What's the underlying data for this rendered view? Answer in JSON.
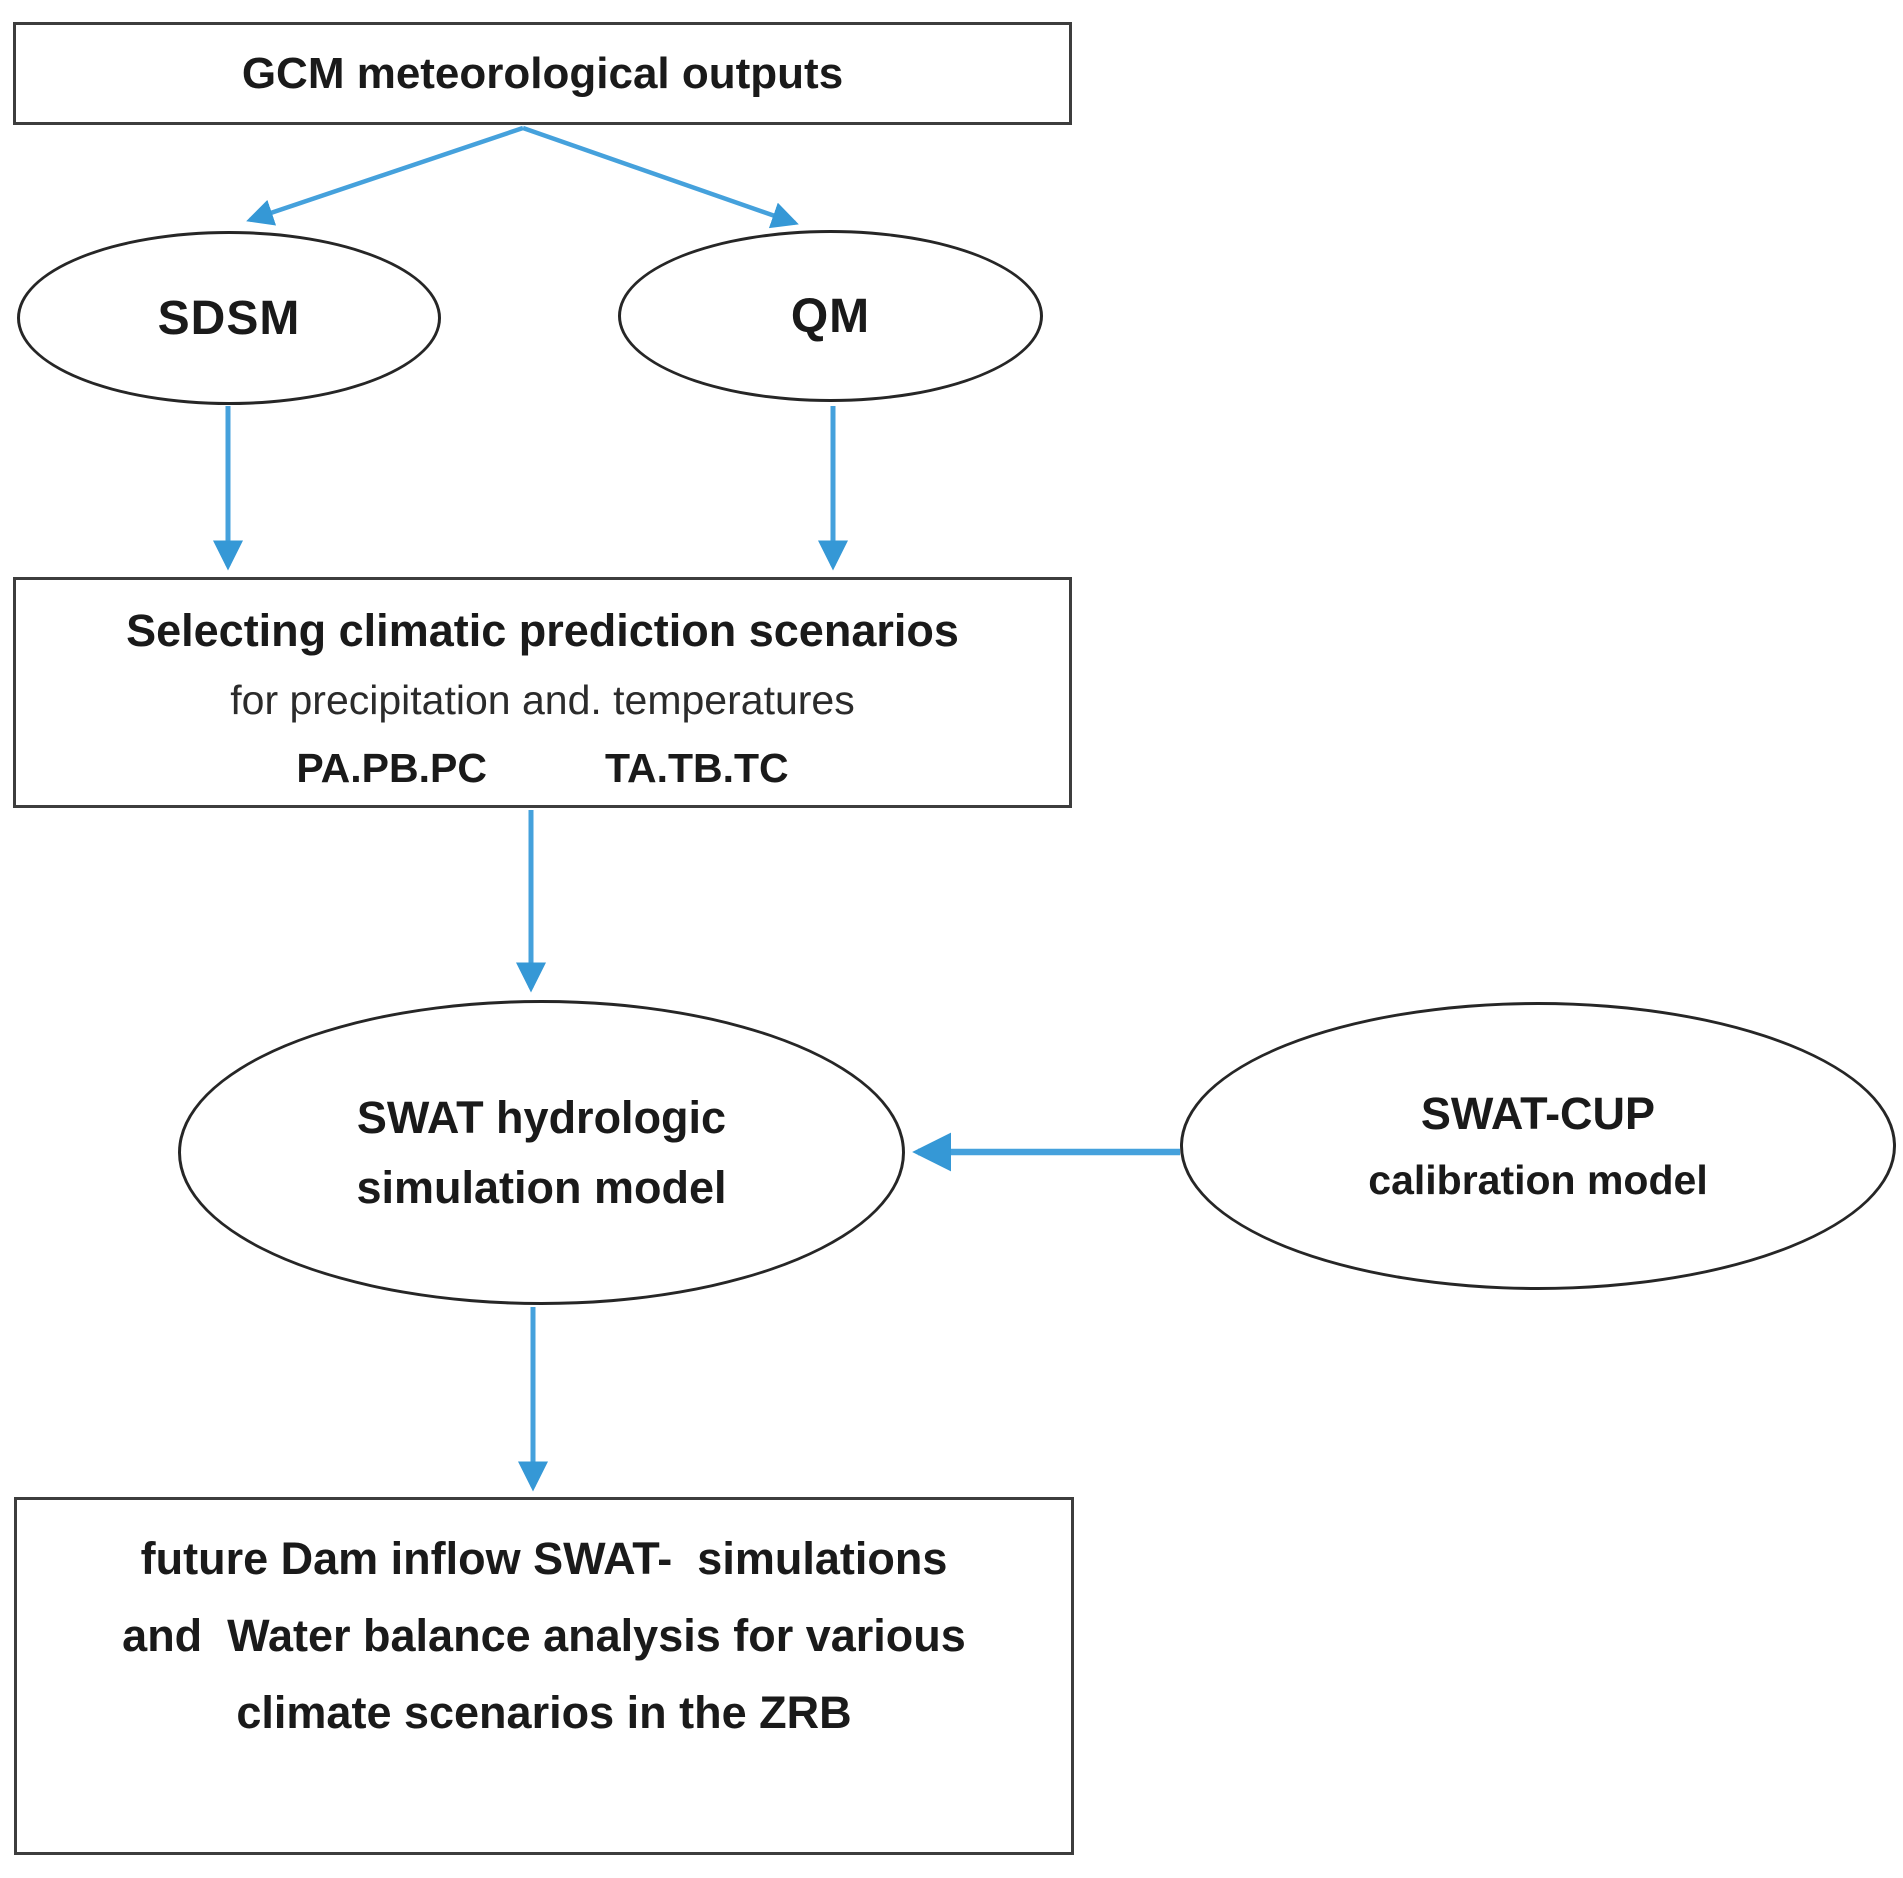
{
  "colors": {
    "arrow_blue": "#45a1dc",
    "box_border": "#3d3d3d",
    "ellipse_border": "#262626",
    "text": "#1a1a1a"
  },
  "nodes": {
    "gcm_box": {
      "label": "GCM meteorological outputs"
    },
    "sdsm_ellipse": {
      "label": "SDSM"
    },
    "qm_ellipse": {
      "label": "QM"
    },
    "selection_box": {
      "line1": "Selecting climatic prediction scenarios",
      "line2": "for precipitation and. temperatures",
      "line3_left": "PA.PB.PC",
      "line3_right": "TA.TB.TC"
    },
    "swat_ellipse": {
      "line1": "SWAT hydrologic",
      "line2": "simulation model"
    },
    "swatcup_ellipse": {
      "line1": "SWAT-CUP",
      "line2": "calibration model"
    },
    "future_box": {
      "line1": "future Dam inflow SWAT-  simulations",
      "line2": "and  Water balance analysis for various",
      "line3": "climate scenarios in the ZRB"
    }
  },
  "edges": [
    {
      "from": "gcm-box",
      "to": "sdsm-ellipse"
    },
    {
      "from": "gcm-box",
      "to": "qm-ellipse"
    },
    {
      "from": "sdsm-ellipse",
      "to": "selection-box"
    },
    {
      "from": "qm-ellipse",
      "to": "selection-box"
    },
    {
      "from": "selection-box",
      "to": "swat-ellipse"
    },
    {
      "from": "swat-cup-ellipse",
      "to": "swat-ellipse"
    },
    {
      "from": "swat-ellipse",
      "to": "future-box"
    }
  ]
}
